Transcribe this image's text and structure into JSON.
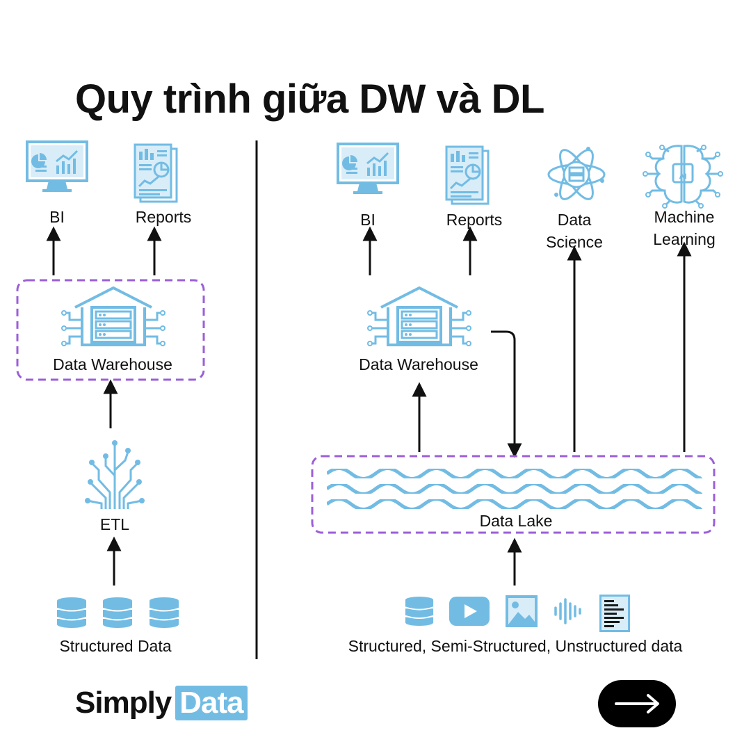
{
  "title": "Quy trình giữa DW và DL",
  "left": {
    "bi_label": "BI",
    "reports_label": "Reports",
    "warehouse_label": "Data Warehouse",
    "etl_label": "ETL",
    "source_label": "Structured Data"
  },
  "right": {
    "bi_label": "BI",
    "reports_label": "Reports",
    "science_label_1": "Data",
    "science_label_2": "Science",
    "ml_label_1": "Machine",
    "ml_label_2": "Learning",
    "ai_chip_label": "AI",
    "warehouse_label": "Data Warehouse",
    "lake_label": "Data Lake",
    "source_label": "Structured, Semi-Structured, Unstructured data"
  },
  "brand": {
    "word1": "Simply",
    "word2": "Data"
  },
  "colors": {
    "icon": "#72bce4",
    "dashed_box": "#9b5fd9",
    "arrow": "#111111",
    "button": "#000000"
  },
  "icons": [
    "monitor-chart-icon",
    "report-doc-icon",
    "warehouse-icon",
    "etl-tree-icon",
    "database-icon",
    "atom-science-icon",
    "ai-brain-icon",
    "wave-lake-icon",
    "video-play-icon",
    "image-icon",
    "audio-wave-icon",
    "text-doc-icon",
    "arrow-right-icon"
  ]
}
